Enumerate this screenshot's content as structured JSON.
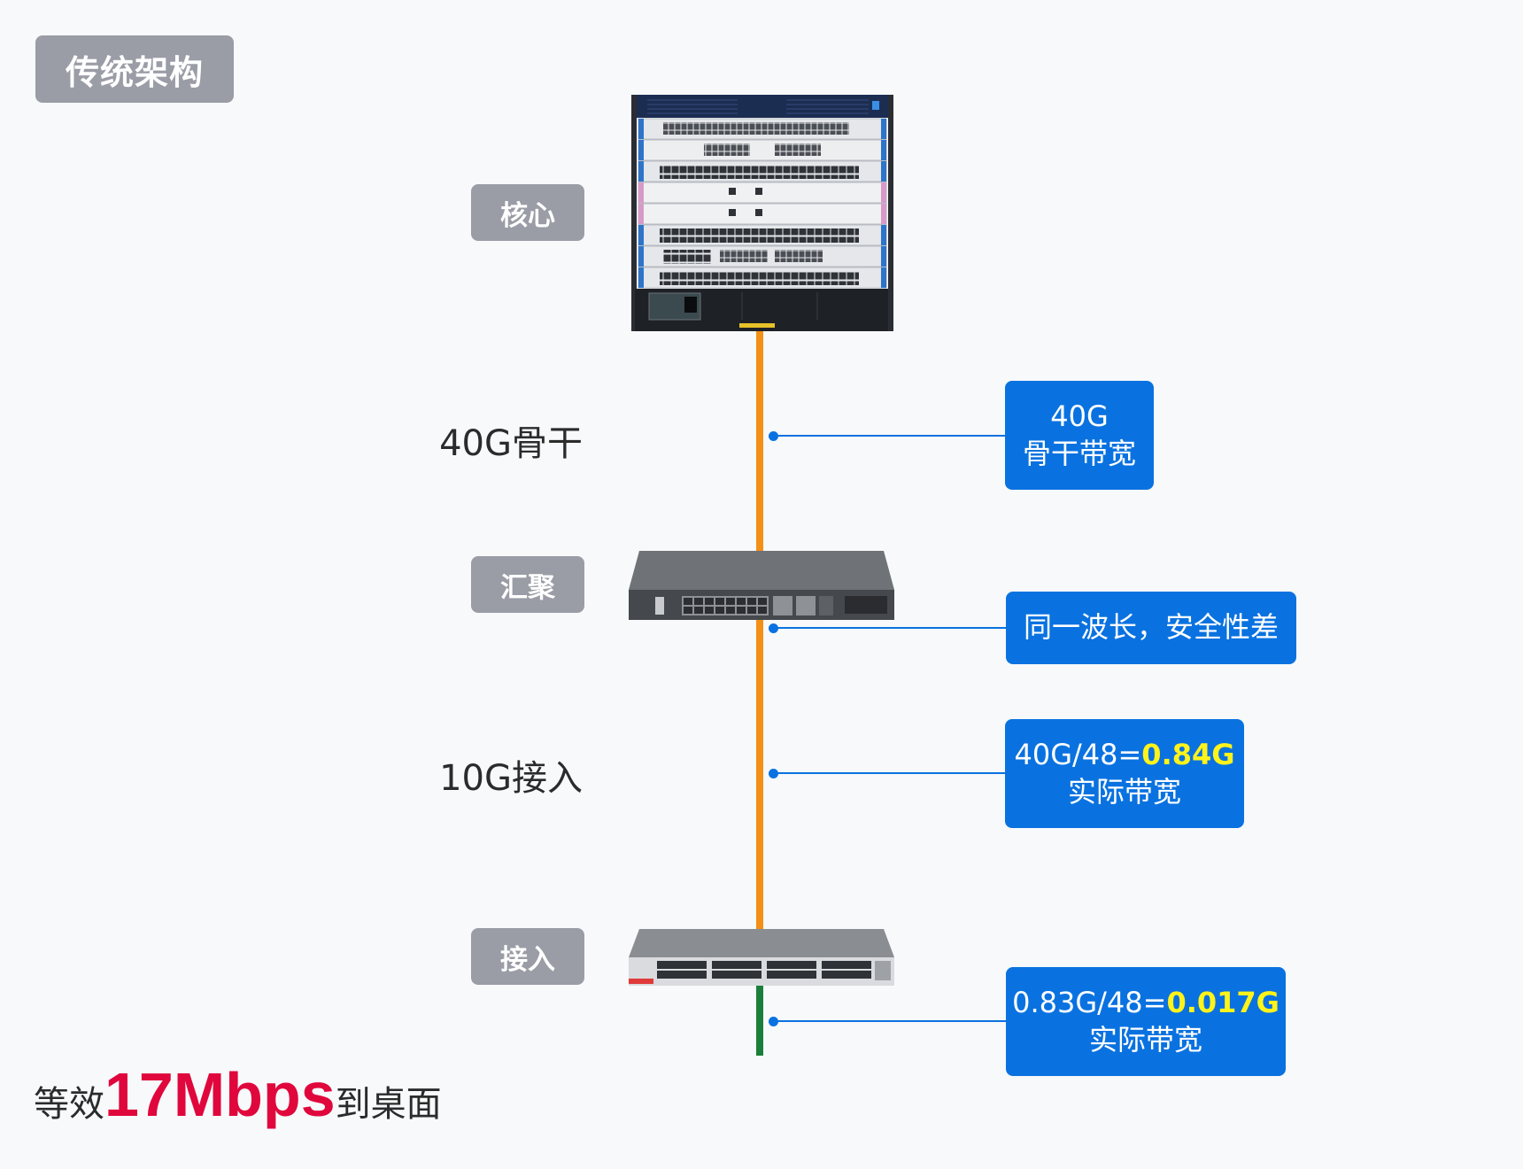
{
  "title": "传统架构",
  "tiers": {
    "core": "核心",
    "aggregation": "汇聚",
    "access": "接入"
  },
  "links": {
    "backbone_label": "40G骨干",
    "access_label": "10G接入"
  },
  "callouts": [
    {
      "line1": "40G",
      "line2": "骨干带宽"
    },
    {
      "line1": "同一波长，安全性差"
    },
    {
      "prefix": "40G/48=",
      "highlight": "0.84G",
      "line2": "实际带宽"
    },
    {
      "prefix": "0.83G/48=",
      "highlight": "0.017G",
      "line2": "实际带宽"
    }
  ],
  "summary": {
    "prefix": "等效",
    "value": "17Mbps",
    "suffix": "到桌面"
  },
  "colors": {
    "tag_gray": "#9a9ca6",
    "callout_blue": "#0a72e0",
    "highlight_yellow": "#fff31a",
    "uplink_orange": "#f39015",
    "downlink_green": "#1a7f3a",
    "summary_red": "#e0073c"
  }
}
